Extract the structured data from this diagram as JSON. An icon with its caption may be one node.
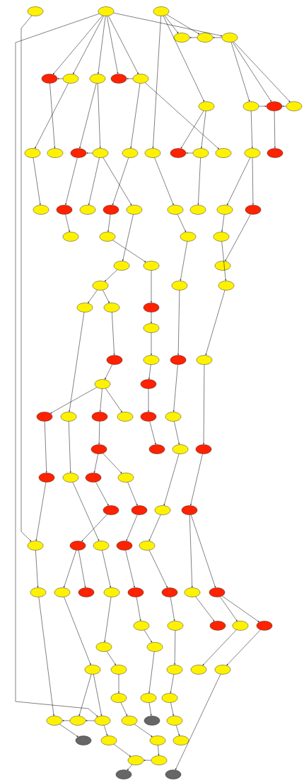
{
  "diagram": {
    "nodes": [
      {
        "text": [],
        "shape": "ellipse"
      },
      {
        "text": [],
        "shape": "ellipse"
      },
      {
        "text": [],
        "shape": "ellipse"
      },
      {
        "text": [],
        "shape": "ellipse"
      },
      {
        "text": [],
        "shape": "ellipse"
      },
      {
        "text": [],
        "shape": "ellipse"
      },
      {
        "text": [],
        "shape": "ellipse"
      },
      {
        "text": [],
        "shape": "ellipse"
      },
      {
        "text": [],
        "shape": "ellipse"
      },
      {
        "text": [],
        "shape": "ellipse"
      },
      {
        "text": [],
        "shape": "ellipse"
      },
      {
        "text": [],
        "shape": "ellipse"
      },
      {
        "text": [],
        "shape": "ellipse"
      },
      {
        "text": [],
        "shape": "ellipse"
      },
      {
        "text": [],
        "shape": "ellipse"
      },
      {
        "text": [],
        "shape": "ellipse"
      },
      {
        "text": [],
        "shape": "ellipse"
      },
      {
        "text": [],
        "shape": "ellipse"
      },
      {
        "text": [],
        "shape": "ellipse"
      },
      {
        "text": [],
        "shape": "ellipse"
      },
      {
        "text": [],
        "shape": "ellipse"
      },
      {
        "text": [],
        "shape": "ellipse"
      },
      {
        "text": [],
        "shape": "ellipse"
      },
      {
        "text": [],
        "shape": "ellipse"
      },
      {
        "text": [],
        "shape": "ellipse"
      },
      {
        "text": [],
        "shape": "ellipse"
      },
      {
        "text": [],
        "shape": "ellipse"
      },
      {
        "text": [],
        "shape": "ellipse"
      },
      {
        "text": [],
        "shape": "ellipse"
      },
      {
        "text": [],
        "shape": "ellipse"
      },
      {
        "text": [],
        "shape": "ellipse"
      },
      {
        "text": [],
        "shape": "ellipse"
      },
      {
        "text": [],
        "shape": "ellipse"
      },
      {
        "text": [],
        "shape": "ellipse"
      },
      {
        "text": [],
        "shape": "ellipse"
      },
      {
        "text": [],
        "shape": "ellipse"
      },
      {
        "text": [],
        "shape": "ellipse"
      },
      {
        "text": [],
        "shape": "ellipse"
      },
      {
        "text": [],
        "shape": "ellipse"
      },
      {
        "text": [],
        "shape": "ellipse"
      },
      {
        "text": [],
        "shape": "ellipse"
      },
      {
        "text": [],
        "shape": "ellipse"
      },
      {
        "text": [],
        "shape": "ellipse"
      },
      {
        "text": [],
        "shape": "ellipse"
      },
      {
        "text": [],
        "shape": "ellipse"
      },
      {
        "text": [],
        "shape": "ellipse"
      },
      {
        "text": [],
        "shape": "ellipse"
      },
      {
        "text": [],
        "shape": "ellipse"
      },
      {
        "text": [],
        "shape": "ellipse"
      },
      {
        "text": [],
        "shape": "ellipse"
      },
      {
        "text": [],
        "shape": "ellipse"
      },
      {
        "text": [],
        "shape": "ellipse"
      },
      {
        "text": [],
        "shape": "ellipse"
      },
      {
        "text": [],
        "shape": "ellipse"
      },
      {
        "text": [],
        "shape": "ellipse"
      },
      {
        "text": [],
        "shape": "ellipse"
      },
      {
        "text": [],
        "shape": "ellipse"
      },
      {
        "text": [],
        "shape": "ellipse"
      },
      {
        "text": [],
        "shape": "ellipse"
      },
      {
        "text": [],
        "shape": "ellipse"
      },
      {
        "text": [],
        "shape": "ellipse"
      },
      {
        "text": [],
        "shape": "ellipse"
      },
      {
        "text": [],
        "shape": "ellipse"
      },
      {
        "text": [],
        "shape": "ellipse"
      },
      {
        "text": [],
        "shape": "ellipse"
      },
      {
        "text": [],
        "shape": "ellipse"
      },
      {
        "text": [],
        "shape": "ellipse"
      },
      {
        "text": [],
        "shape": "ellipse"
      },
      {
        "text": [],
        "shape": "ellipse"
      },
      {
        "text": [],
        "shape": "ellipse"
      },
      {
        "text": [],
        "shape": "ellipse"
      },
      {
        "text": [],
        "shape": "ellipse"
      },
      {
        "text": [],
        "shape": "ellipse"
      },
      {
        "text": [],
        "shape": "ellipse"
      },
      {
        "text": [],
        "shape": "ellipse"
      },
      {
        "text": [],
        "shape": "ellipse"
      },
      {
        "text": [],
        "shape": "ellipse"
      },
      {
        "text": [],
        "shape": "ellipse"
      },
      {
        "text": [],
        "shape": "ellipse"
      },
      {
        "text": [],
        "shape": "ellipse"
      },
      {
        "text": [],
        "shape": "ellipse"
      },
      {
        "text": [],
        "shape": "ellipse"
      },
      {
        "text": [],
        "shape": "ellipse"
      },
      {
        "text": [],
        "shape": "ellipse"
      },
      {
        "text": [],
        "shape": "ellipse"
      },
      {
        "text": [],
        "shape": "ellipse"
      },
      {
        "text": [],
        "shape": "ellipse"
      },
      {
        "text": [],
        "shape": "ellipse"
      },
      {
        "text": [],
        "shape": "ellipse"
      },
      {
        "text": [],
        "shape": "ellipse"
      },
      {
        "text": [],
        "shape": "ellipse"
      },
      {
        "text": [],
        "shape": "ellipse"
      },
      {
        "text": [],
        "shape": "ellipse"
      },
      {
        "text": [],
        "shape": "ellipse"
      },
      {
        "text": [],
        "shape": "ellipse"
      },
      {
        "text": [],
        "shape": "ellipse"
      },
      {
        "text": [],
        "shape": "ellipse"
      },
      {
        "text": [],
        "shape": "ellipse"
      },
      {
        "text": [],
        "shape": "ellipse"
      },
      {
        "text": [],
        "shape": "ellipse"
      },
      {
        "text": [],
        "shape": "ellipse"
      },
      {
        "text": [],
        "shape": "ellipse"
      },
      {
        "text": [],
        "shape": "ellipse"
      },
      {
        "text": [],
        "shape": "ellipse"
      },
      {
        "text": [],
        "shape": "ellipse"
      },
      {
        "text": [],
        "shape": "ellipse"
      },
      {
        "text": [],
        "shape": "ellipse"
      },
      {
        "text": [],
        "shape": "ellipse"
      },
      {
        "text": [],
        "shape": "ellipse"
      },
      {
        "text": [],
        "shape": "ellipse"
      },
      {
        "text": [],
        "shape": "ellipse"
      },
      {
        "text": [],
        "shape": "ellipse"
      },
      {
        "text": [],
        "shape": "ellipse"
      },
      {
        "text": [],
        "shape": "ellipse"
      },
      {
        "text": [],
        "shape": "ellipse"
      }
    ],
    "edges": [
      {
        "from": 2,
        "to": 3,
        "arrow": "to"
      },
      {
        "from": 2,
        "to": 4,
        "arrow": "to"
      },
      {
        "from": 1,
        "to": 5,
        "arrow": "to"
      },
      {
        "from": 1,
        "to": 6,
        "arrow": "to"
      },
      {
        "from": 1,
        "to": 7,
        "arrow": "to"
      },
      {
        "from": 1,
        "to": 8,
        "arrow": "to"
      },
      {
        "from": 1,
        "to": 9,
        "arrow": "to"
      },
      {
        "from": 1,
        "to": 10,
        "arrow": "to"
      },
      {
        "from": 2,
        "to": 11,
        "arrow": "to"
      },
      {
        "from": 5,
        "to": 12,
        "arrow": "to"
      },
      {
        "from": 5,
        "to": 13,
        "arrow": "to"
      },
      {
        "from": 5,
        "to": 14,
        "arrow": "to"
      },
      {
        "from": 7,
        "to": 15,
        "arrow": "to"
      },
      {
        "from": 6,
        "to": 16,
        "arrow": "to"
      },
      {
        "from": 8,
        "to": 17,
        "arrow": "to"
      },
      {
        "from": 8,
        "to": 18,
        "arrow": "to"
      },
      {
        "from": 10,
        "to": 19,
        "arrow": "to"
      },
      {
        "from": 2,
        "to": 20,
        "arrow": "to"
      },
      {
        "from": 11,
        "to": 21,
        "arrow": "to"
      },
      {
        "from": 11,
        "to": 22,
        "arrow": "to"
      },
      {
        "from": 10,
        "to": 23,
        "arrow": "to"
      },
      {
        "from": 12,
        "to": 24,
        "arrow": "to"
      },
      {
        "from": 13,
        "to": 25,
        "arrow": "to"
      },
      {
        "from": 15,
        "to": 26,
        "arrow": "to"
      },
      {
        "from": 17,
        "to": 27,
        "arrow": "to"
      },
      {
        "from": 18,
        "to": 28,
        "arrow": "to"
      },
      {
        "from": 19,
        "to": 29,
        "arrow": "to"
      },
      {
        "from": 18,
        "to": 30,
        "arrow": "to"
      },
      {
        "from": 20,
        "to": 31,
        "arrow": "to"
      },
      {
        "from": 22,
        "to": 32,
        "arrow": "to"
      },
      {
        "from": 24,
        "to": 33,
        "arrow": "to"
      },
      {
        "from": 24,
        "to": 34,
        "arrow": "to"
      },
      {
        "from": 27,
        "to": 35,
        "arrow": "to"
      },
      {
        "from": 29,
        "to": 36,
        "arrow": "to"
      },
      {
        "from": 31,
        "to": 37,
        "arrow": "to"
      },
      {
        "from": 33,
        "to": 38,
        "arrow": "to"
      },
      {
        "from": 30,
        "to": 39,
        "arrow": "to"
      },
      {
        "from": 36,
        "to": 40,
        "arrow": "to"
      },
      {
        "from": 34,
        "to": 41,
        "arrow": "to"
      },
      {
        "from": 39,
        "to": 42,
        "arrow": "to"
      },
      {
        "from": 37,
        "to": 43,
        "arrow": "to"
      },
      {
        "from": 38,
        "to": 44,
        "arrow": "to"
      },
      {
        "from": 42,
        "to": 45,
        "arrow": "to"
      },
      {
        "from": 42,
        "to": 46,
        "arrow": "to"
      },
      {
        "from": 40,
        "to": 47,
        "arrow": "to"
      },
      {
        "from": 47,
        "to": 48,
        "arrow": "to"
      },
      {
        "from": 46,
        "to": 49,
        "arrow": "to"
      },
      {
        "from": 48,
        "to": 50,
        "arrow": "to"
      },
      {
        "from": 43,
        "to": 51,
        "arrow": "to"
      },
      {
        "from": 44,
        "to": 52,
        "arrow": "to"
      },
      {
        "from": 49,
        "to": 53,
        "arrow": "to"
      },
      {
        "from": 50,
        "to": 54,
        "arrow": "to"
      },
      {
        "from": 53,
        "to": 55,
        "arrow": "to"
      },
      {
        "from": 45,
        "to": 56,
        "arrow": "to"
      },
      {
        "from": 53,
        "to": 57,
        "arrow": "to"
      },
      {
        "from": 53,
        "to": 58,
        "arrow": "to"
      },
      {
        "from": 54,
        "to": 59,
        "arrow": "to"
      },
      {
        "from": 51,
        "to": 60,
        "arrow": "to"
      },
      {
        "from": 57,
        "to": 61,
        "arrow": "to"
      },
      {
        "from": 59,
        "to": 62,
        "arrow": "to"
      },
      {
        "from": 60,
        "to": 63,
        "arrow": "to"
      },
      {
        "from": 52,
        "to": 64,
        "arrow": "to"
      },
      {
        "from": 55,
        "to": 65,
        "arrow": "to"
      },
      {
        "from": 56,
        "to": 66,
        "arrow": "to"
      },
      {
        "from": 61,
        "to": 67,
        "arrow": "to"
      },
      {
        "from": 61,
        "to": 68,
        "arrow": "to"
      },
      {
        "from": 67,
        "to": 69,
        "arrow": "to"
      },
      {
        "from": 68,
        "to": 70,
        "arrow": "to"
      },
      {
        "from": 63,
        "to": 71,
        "arrow": "to"
      },
      {
        "from": 64,
        "to": 72,
        "arrow": "to"
      },
      {
        "from": 65,
        "to": 73,
        "arrow": "to"
      },
      {
        "from": 69,
        "to": 74,
        "arrow": "to"
      },
      {
        "from": 66,
        "to": 75,
        "arrow": "to"
      },
      {
        "from": 70,
        "to": 76,
        "arrow": "to"
      },
      {
        "from": 71,
        "to": 77,
        "arrow": "to"
      },
      {
        "from": 73,
        "to": 78,
        "arrow": "to"
      },
      {
        "from": 74,
        "to": 79,
        "arrow": "to"
      },
      {
        "from": 74,
        "to": 80,
        "arrow": "to"
      },
      {
        "from": 75,
        "to": 81,
        "arrow": "to"
      },
      {
        "from": 76,
        "to": 82,
        "arrow": "to"
      },
      {
        "from": 77,
        "to": 83,
        "arrow": "to"
      },
      {
        "from": 72,
        "to": 84,
        "arrow": "to"
      },
      {
        "from": 72,
        "to": 85,
        "arrow": "to"
      },
      {
        "from": 82,
        "to": 86,
        "arrow": "to"
      },
      {
        "from": 83,
        "to": 87,
        "arrow": "to"
      },
      {
        "from": 84,
        "to": 88,
        "arrow": "to"
      },
      {
        "from": 85,
        "to": 89,
        "arrow": "to"
      },
      {
        "from": 85,
        "to": 90,
        "arrow": "to"
      },
      {
        "from": 81,
        "to": 91,
        "arrow": "to"
      },
      {
        "from": 86,
        "to": 92,
        "arrow": "to"
      },
      {
        "from": 79,
        "to": 93,
        "arrow": "to"
      },
      {
        "from": 91,
        "to": 94,
        "arrow": "to"
      },
      {
        "from": 87,
        "to": 95,
        "arrow": "to"
      },
      {
        "from": 89,
        "to": 96,
        "arrow": "to"
      },
      {
        "from": 90,
        "to": 97,
        "arrow": "to"
      },
      {
        "from": 94,
        "to": 98,
        "arrow": "to"
      },
      {
        "from": 92,
        "to": 99,
        "arrow": "to"
      },
      {
        "from": 95,
        "to": 100,
        "arrow": "to"
      },
      {
        "from": 78,
        "to": 101,
        "arrow": "to"
      },
      {
        "from": 93,
        "to": 102,
        "arrow": "to"
      },
      {
        "from": 93,
        "to": 103,
        "arrow": "to"
      },
      {
        "from": 98,
        "to": 104,
        "arrow": "to"
      },
      {
        "from": 99,
        "to": 105,
        "arrow": "to"
      },
      {
        "from": 100,
        "to": 106,
        "arrow": "to"
      },
      {
        "from": 101,
        "to": 107,
        "arrow": "to"
      },
      {
        "from": 103,
        "to": 108,
        "arrow": "to"
      },
      {
        "from": 104,
        "to": 109,
        "arrow": "to"
      },
      {
        "from": 106,
        "to": 110,
        "arrow": "to"
      },
      {
        "from": 108,
        "to": 111,
        "arrow": "to"
      },
      {
        "from": 109,
        "to": 112,
        "arrow": "to"
      },
      {
        "from": 111,
        "to": 113,
        "arrow": "to"
      },
      {
        "from": 97,
        "to": 114,
        "arrow": "to"
      },
      {
        "from": 7,
        "to": 6,
        "arrow": "to"
      },
      {
        "from": 10,
        "to": 9,
        "arrow": "to"
      },
      {
        "from": 4,
        "to": 3,
        "arrow": "to"
      },
      {
        "from": 5,
        "to": 4,
        "arrow": "to"
      },
      {
        "from": 14,
        "to": 13,
        "arrow": "to"
      },
      {
        "from": 12,
        "to": 13,
        "arrow": "to"
      },
      {
        "from": 18,
        "to": 17,
        "arrow": "to"
      },
      {
        "from": 22,
        "to": 21,
        "arrow": "to"
      },
      {
        "from": 0,
        "to": 73,
        "arrow": "to"
      },
      {
        "from": 1,
        "to": 103,
        "arrow": "to"
      },
      {
        "from": 102,
        "to": 101,
        "arrow": "to"
      },
      {
        "from": 103,
        "to": 102,
        "arrow": "to"
      },
      {
        "from": 112,
        "to": 111,
        "arrow": "to"
      }
    ]
  }
}
